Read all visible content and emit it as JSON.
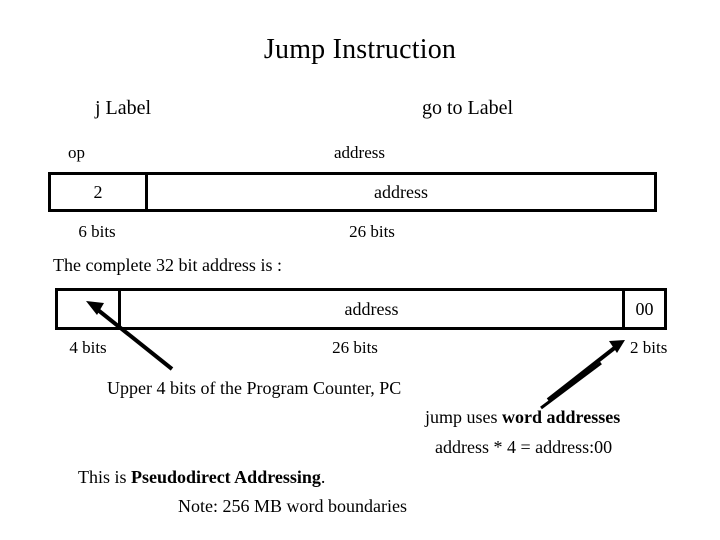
{
  "slide": {
    "title": "Jump Instruction",
    "assembly": {
      "instruction": "j  Label",
      "meaning": "go to Label"
    },
    "format_table": {
      "field_labels": [
        "op",
        "address"
      ],
      "cells": [
        "2",
        "address"
      ],
      "bit_widths": [
        "6 bits",
        "26 bits"
      ]
    },
    "full_address_caption": "The complete 32 bit address is :",
    "full_address_table": {
      "cells": [
        "",
        "address",
        "00"
      ],
      "bit_widths": [
        "4 bits",
        "26 bits",
        "2 bits"
      ]
    },
    "annotations": {
      "pc_note": "Upper 4 bits of the Program Counter, PC",
      "word_line_prefix": "jump uses ",
      "word_line_bold": "word addresses",
      "multiply_line": "address  * 4 = address:00",
      "conclusion_prefix": "This is ",
      "conclusion_bold": "Pseudodirect  Addressing",
      "conclusion_suffix": ".",
      "note": "Note: 256 MB word boundaries"
    },
    "colors": {
      "ink": "#000000",
      "paper": "#ffffff"
    }
  }
}
